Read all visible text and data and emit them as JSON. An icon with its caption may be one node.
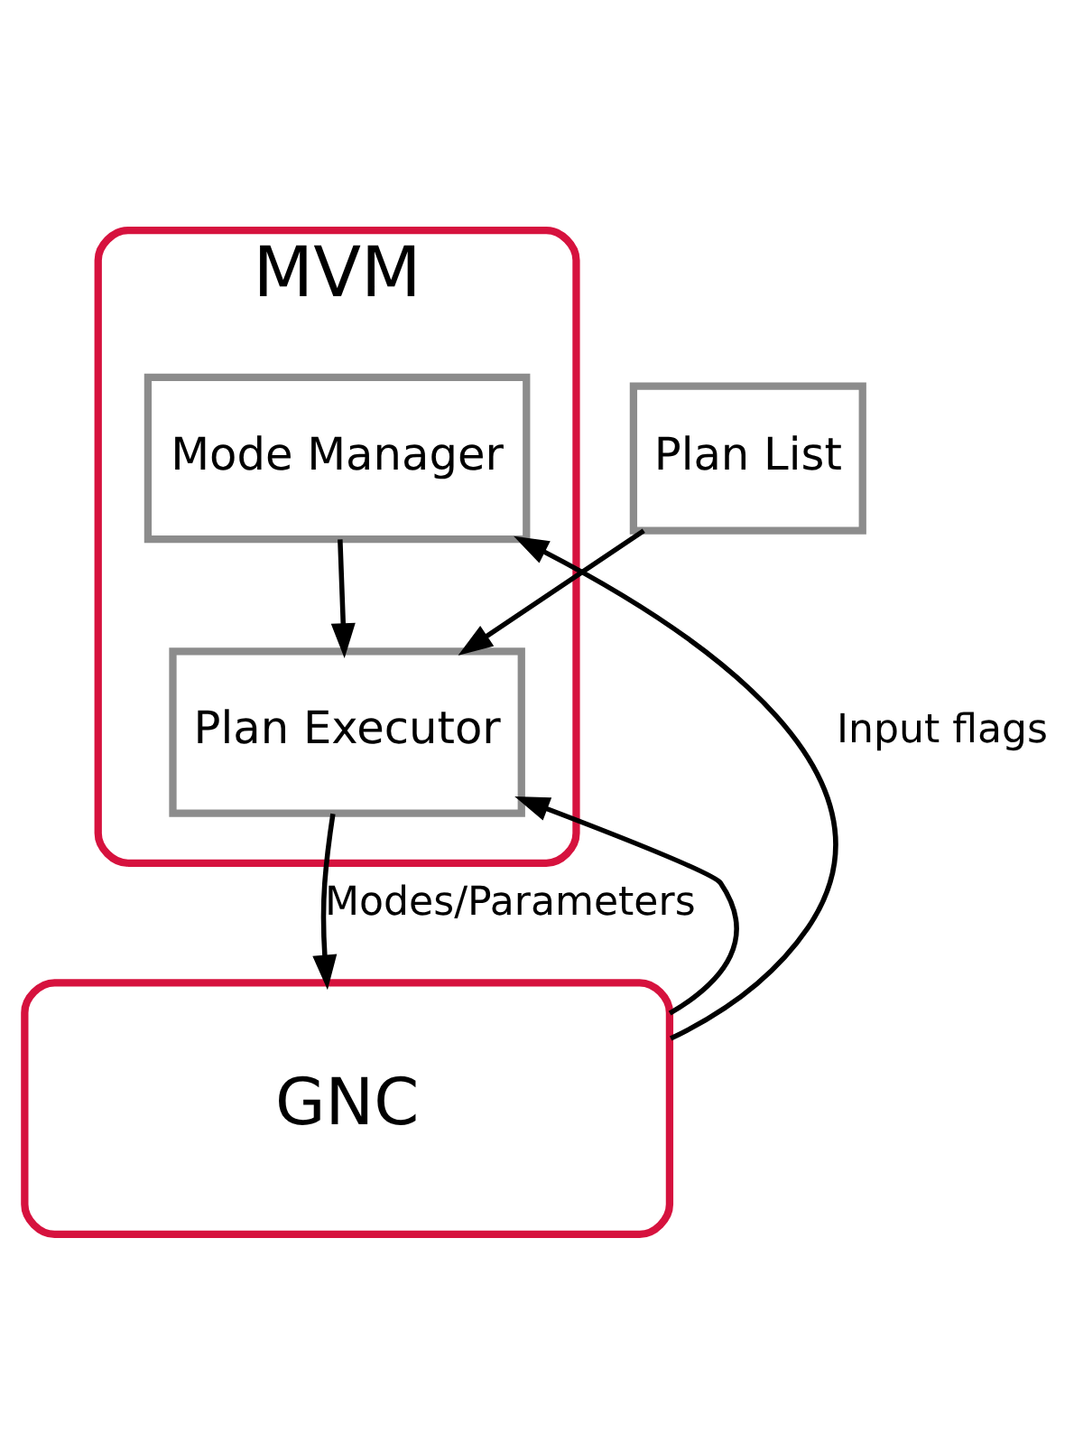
{
  "diagram": {
    "nodes": [
      {
        "text": [
          "MVM"
        ]
      },
      {
        "text": [
          "Mode Manager"
        ],
        "in": 0
      },
      {
        "text": [
          "Plan Executor"
        ],
        "in": 0
      },
      {
        "text": [
          "Plan List"
        ]
      },
      {
        "text": [
          "GNC"
        ]
      }
    ],
    "edges": [
      {
        "from": 4,
        "to": 1,
        "arrow": "to",
        "label": "Input flags"
      },
      {
        "from": 4,
        "to": 2,
        "arrow": "to"
      },
      {
        "from": 1,
        "to": 2,
        "arrow": "to"
      },
      {
        "from": 3,
        "to": 2,
        "arrow": "to"
      },
      {
        "from": 2,
        "to": 4,
        "arrow": "to",
        "label": "Modes/Parameters"
      }
    ]
  }
}
